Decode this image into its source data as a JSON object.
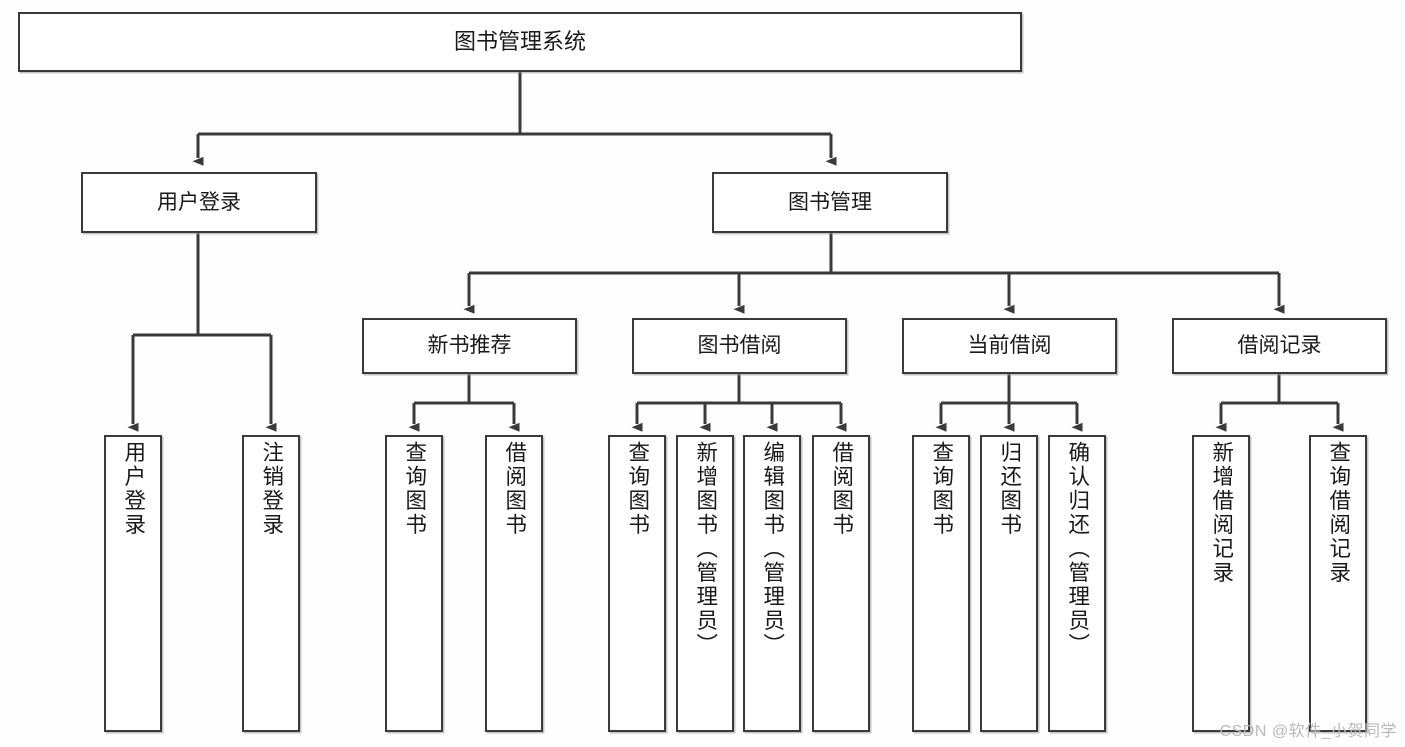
{
  "diagram": {
    "title": "图书管理系统",
    "type": "tree-hierarchy-chart",
    "background_color": "#fefefe",
    "line_color": "#3a3a3a",
    "box_fill_color": "#ffffff",
    "text_color": "#1a1a1a"
  },
  "nodes": {
    "root": {
      "label": "图书管理系统"
    },
    "level1": [
      {
        "id": "user-login",
        "label": "用户登录"
      },
      {
        "id": "book-manage",
        "label": "图书管理"
      }
    ],
    "level2": [
      {
        "id": "new-book-recommend",
        "label": "新书推荐"
      },
      {
        "id": "book-borrow",
        "label": "图书借阅"
      },
      {
        "id": "current-borrow",
        "label": "当前借阅"
      },
      {
        "id": "borrow-record",
        "label": "借阅记录"
      }
    ],
    "leaves": {
      "user-login": [
        {
          "id": "leaf-user-login",
          "label": "用户登录"
        },
        {
          "id": "leaf-logout",
          "label": "注销登录"
        }
      ],
      "new-book-recommend": [
        {
          "id": "leaf-query-book-1",
          "label": "查询图书"
        },
        {
          "id": "leaf-borrow-book-1",
          "label": "借阅图书"
        }
      ],
      "book-borrow": [
        {
          "id": "leaf-query-book-2",
          "label": "查询图书"
        },
        {
          "id": "leaf-add-book",
          "label": "新增图书（管理员）"
        },
        {
          "id": "leaf-edit-book",
          "label": "编辑图书（管理员）"
        },
        {
          "id": "leaf-borrow-book-2",
          "label": "借阅图书"
        }
      ],
      "current-borrow": [
        {
          "id": "leaf-query-book-3",
          "label": "查询图书"
        },
        {
          "id": "leaf-return-book",
          "label": "归还图书"
        },
        {
          "id": "leaf-confirm-return",
          "label": "确认归还（管理员）"
        }
      ],
      "borrow-record": [
        {
          "id": "leaf-add-record",
          "label": "新增借阅记录"
        },
        {
          "id": "leaf-query-record",
          "label": "查询借阅记录"
        }
      ]
    }
  },
  "watermark": {
    "text": "CSDN @软件_小贺同学"
  }
}
